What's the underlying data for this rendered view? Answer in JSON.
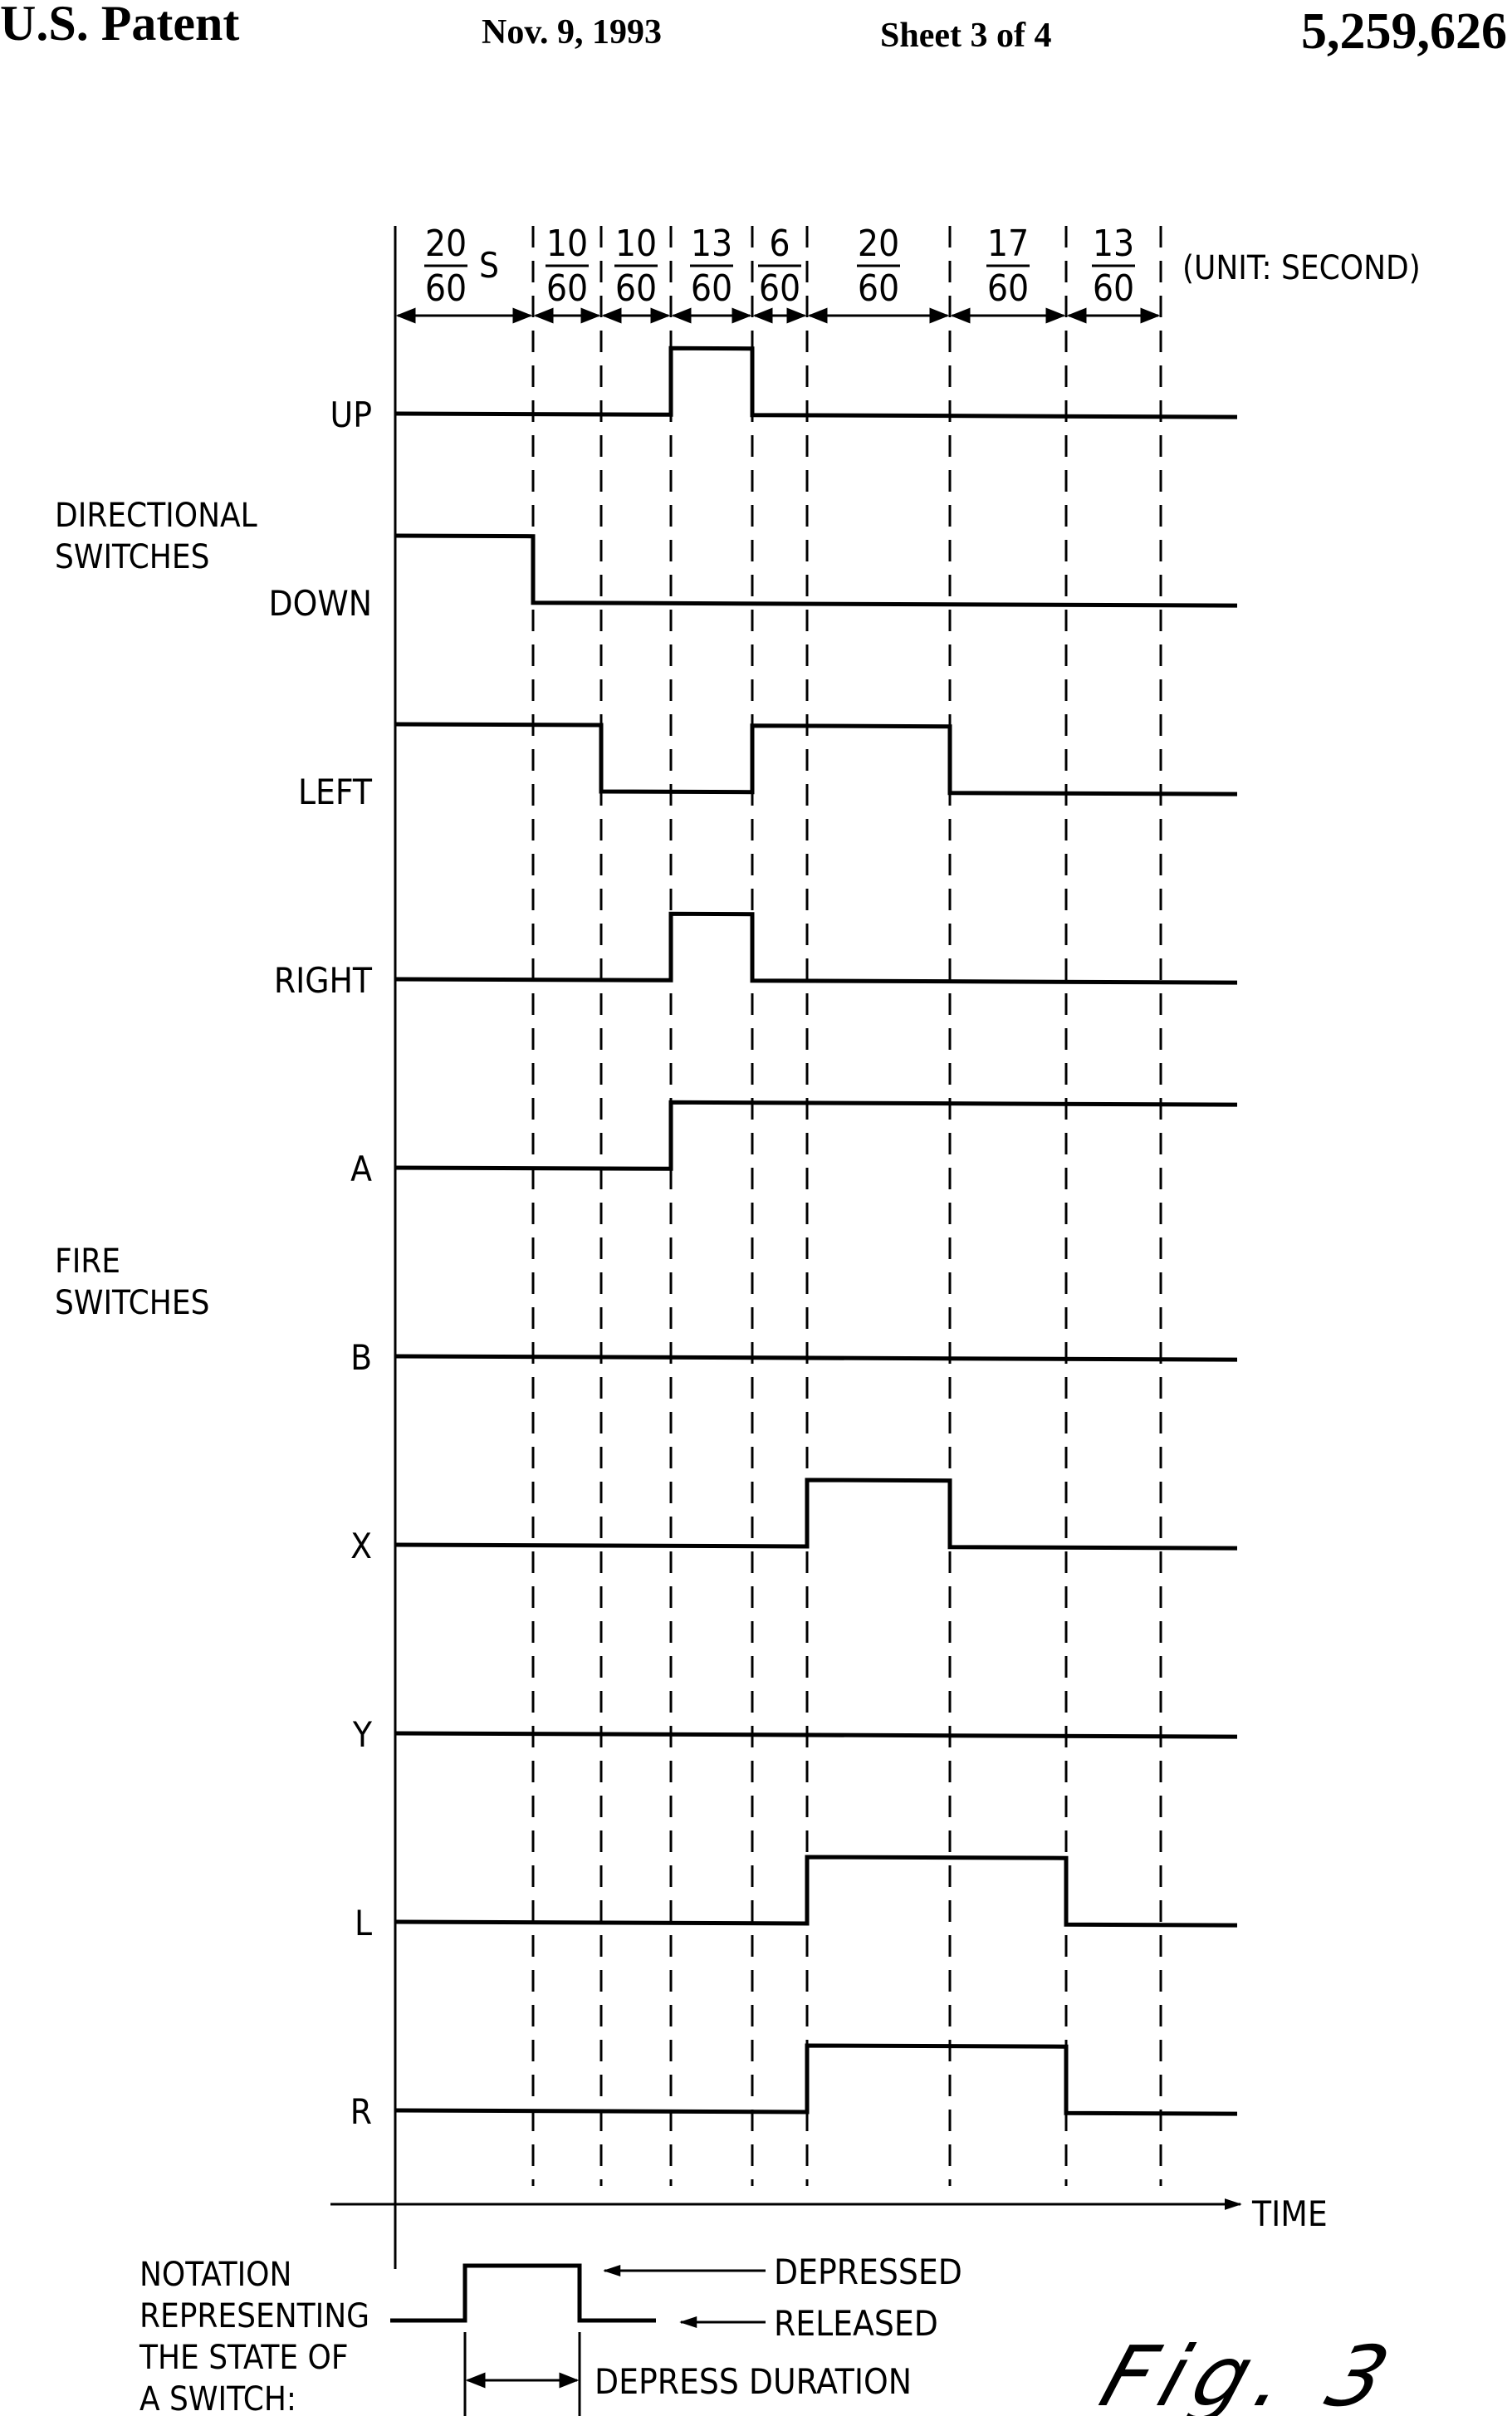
{
  "header": {
    "patent_label": "U.S. Patent",
    "date": "Nov. 9, 1993",
    "sheet": "Sheet 3 of 4",
    "patent_number": "5,259,626"
  },
  "intervals": [
    {
      "num": "20",
      "den": "60",
      "suffix": "S"
    },
    {
      "num": "10",
      "den": "60"
    },
    {
      "num": "10",
      "den": "60"
    },
    {
      "num": "13",
      "den": "60"
    },
    {
      "num": "6",
      "den": "60"
    },
    {
      "num": "20",
      "den": "60"
    },
    {
      "num": "17",
      "den": "60"
    },
    {
      "num": "13",
      "den": "60"
    }
  ],
  "unit_label": "(UNIT: SECOND)",
  "groups": {
    "directional": [
      "DIRECTIONAL",
      "SWITCHES"
    ],
    "fire": [
      "FIRE",
      "SWITCHES"
    ]
  },
  "signals": [
    {
      "name": "UP",
      "transitions": [
        0,
        0,
        0,
        1,
        0,
        0,
        0,
        0
      ]
    },
    {
      "name": "DOWN",
      "transitions": [
        1,
        0,
        0,
        0,
        0,
        0,
        0,
        0
      ]
    },
    {
      "name": "LEFT",
      "transitions": [
        1,
        1,
        0,
        0,
        1,
        1,
        0,
        0
      ]
    },
    {
      "name": "RIGHT",
      "transitions": [
        0,
        0,
        0,
        1,
        0,
        0,
        0,
        0
      ]
    },
    {
      "name": "A",
      "transitions": [
        0,
        0,
        0,
        1,
        1,
        1,
        1,
        1
      ]
    },
    {
      "name": "B",
      "transitions": [
        0,
        0,
        0,
        0,
        0,
        0,
        0,
        0
      ]
    },
    {
      "name": "X",
      "transitions": [
        0,
        0,
        0,
        0,
        0,
        1,
        0,
        0
      ]
    },
    {
      "name": "Y",
      "transitions": [
        0,
        0,
        0,
        0,
        0,
        0,
        0,
        0
      ]
    },
    {
      "name": "L",
      "transitions": [
        0,
        0,
        0,
        0,
        0,
        1,
        1,
        0
      ]
    },
    {
      "name": "R",
      "transitions": [
        0,
        0,
        0,
        0,
        0,
        1,
        1,
        0
      ]
    }
  ],
  "time_label": "TIME",
  "notation": {
    "title": [
      "NOTATION",
      "REPRESENTING",
      "THE STATE OF",
      "A SWITCH:"
    ],
    "depressed": "DEPRESSED",
    "released": "RELEASED",
    "duration": "DEPRESS DURATION"
  },
  "figure_label": "Fig. 3"
}
